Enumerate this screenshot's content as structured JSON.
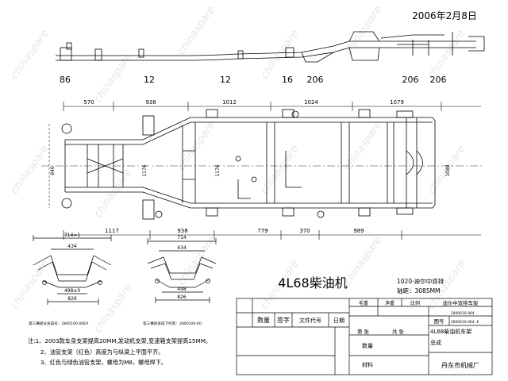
{
  "date": "2006年2月8日",
  "watermark": "chinaspare",
  "side_view": {
    "labels": {
      "d86": "86",
      "d12a": "12",
      "d12b": "12",
      "d16": "16",
      "d206a": "206",
      "d206b": "206",
      "d206c": "206"
    }
  },
  "top_dims": {
    "d570": "570",
    "d938": "938",
    "d1012": "1012",
    "d1024": "1024",
    "d1079": "1079"
  },
  "bottom_dims": {
    "d1117": "1117",
    "d938": "938",
    "d779": "779",
    "d370": "370",
    "d989": "989"
  },
  "vertical_dims": {
    "d840": "840",
    "d1176a": "1176",
    "d1176b": "1176",
    "d1080": "1080"
  },
  "sections": {
    "left": {
      "top_dim": "714=1",
      "inner_dim": "434",
      "base_dim": "498±0",
      "bottom_dim": "826",
      "caption": "第三横梁分总成号：2800100-00EA"
    },
    "right": {
      "top_dim": "714",
      "inner_dim": "434",
      "base_dim": "498",
      "bottom_dim": "826",
      "caption": "第三横梁总成下托架：2800100-00"
    }
  },
  "model": "4L68柴油机",
  "model_info": {
    "line1": "1020-迪尔中双排",
    "line2": "轴距：3085MM"
  },
  "notes": [
    "注:1、2003款车身支架提高20MM,发动机支架,变速箱支架提高15MM。",
    "2、油管支架（红色）高度为与纵梁上平面平齐。",
    "3、红色与绿色油管支架，螺母为M8，螺母焊下。"
  ],
  "title_block": {
    "qty": "数量",
    "sign": "签字",
    "doc_no": "文件代号",
    "date": "日期",
    "hair": "毛重",
    "net": "净重",
    "ratio": "比例",
    "name_top": "迪尔中双排车架",
    "drawing_no": "图号",
    "drawing_no_v1": "2800010-064",
    "drawing_no_v2": "2800010-064  -6",
    "sheet": "第  张",
    "total": "共  张",
    "part_name_1": "4L68柴油机车架",
    "part_name_2": "总成",
    "quantity": "数量",
    "material": "材料",
    "company": "丹东市机械厂"
  }
}
